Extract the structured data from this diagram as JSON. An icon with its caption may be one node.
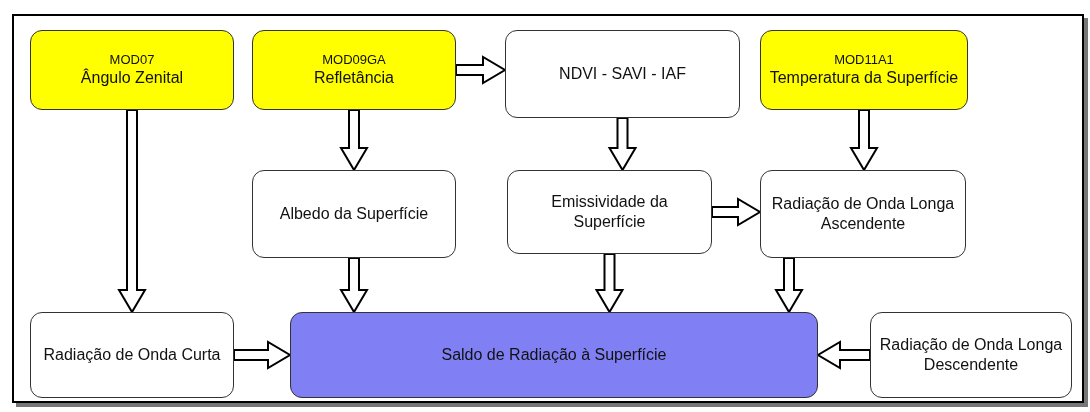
{
  "diagram": {
    "nodes": [
      {
        "text": [
          "MOD07",
          "Ângulo Zenital"
        ]
      },
      {
        "text": [
          "MOD09GA",
          "Refletância"
        ]
      },
      {
        "text": [
          "NDVI - SAVI - IAF"
        ]
      },
      {
        "text": [
          "MOD11A1",
          "Temperatura da Superfície"
        ]
      },
      {
        "text": [
          "Albedo da Superfície"
        ]
      },
      {
        "text": [
          "Emissividade da Superfície"
        ]
      },
      {
        "text": [
          "Radiação de Onda Longa Ascendente"
        ]
      },
      {
        "text": [
          "Radiação de Onda Curta"
        ]
      },
      {
        "text": [
          "Saldo de Radiação à Superfície"
        ]
      },
      {
        "text": [
          "Radiação de Onda Longa Descendente"
        ]
      }
    ],
    "edges": [
      {
        "from": 0,
        "to": 7,
        "arrow": "to"
      },
      {
        "from": 1,
        "to": 2,
        "arrow": "to"
      },
      {
        "from": 1,
        "to": 4,
        "arrow": "to"
      },
      {
        "from": 2,
        "to": 5,
        "arrow": "to"
      },
      {
        "from": 3,
        "to": 6,
        "arrow": "to"
      },
      {
        "from": 5,
        "to": 6,
        "arrow": "to"
      },
      {
        "from": 4,
        "to": 8,
        "arrow": "to"
      },
      {
        "from": 5,
        "to": 8,
        "arrow": "to"
      },
      {
        "from": 6,
        "to": 8,
        "arrow": "to"
      },
      {
        "from": 7,
        "to": 8,
        "arrow": "to"
      },
      {
        "from": 9,
        "to": 8,
        "arrow": "to"
      }
    ]
  }
}
